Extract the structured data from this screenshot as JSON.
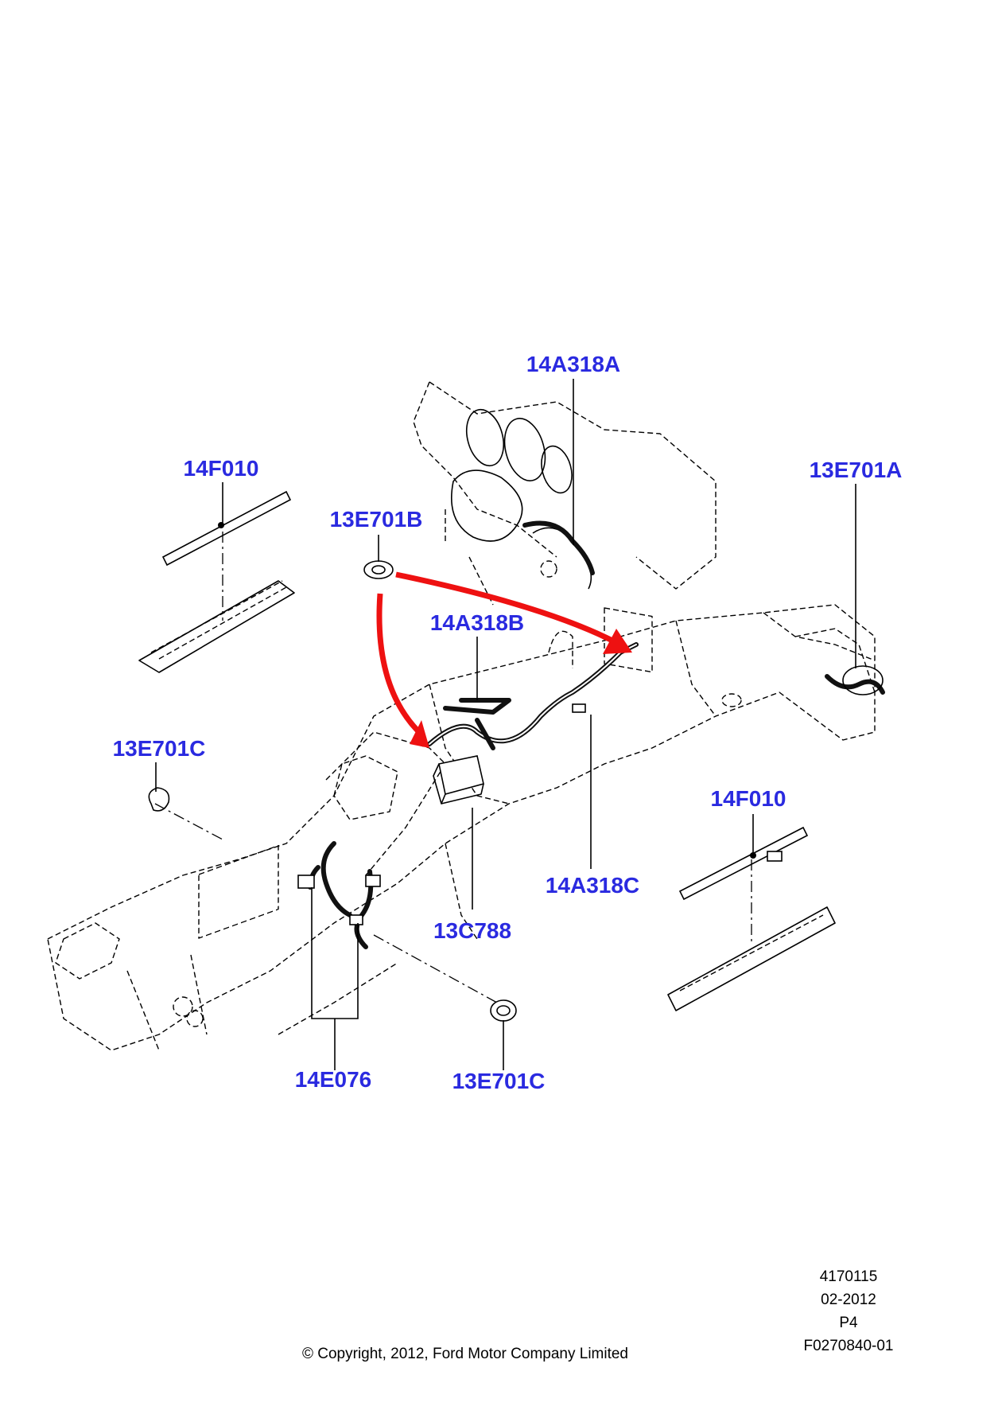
{
  "callouts": {
    "c1": "14A318A",
    "c2": "14F010",
    "c3": "13E701B",
    "c4": "13E701A",
    "c5": "14A318B",
    "c6": "13E701C",
    "c7": "14F010",
    "c8": "14A318C",
    "c9": "13C788",
    "c10": "14E076",
    "c11": "13E701C"
  },
  "footer": {
    "line1": "4170115",
    "line2": "02-2012",
    "line3": "P4",
    "line4": "F0270840-01",
    "copyright": "© Copyright, 2012, Ford Motor Company Limited"
  },
  "colors": {
    "callout_text": "#2a2ae0",
    "arrow": "#ee1111"
  }
}
